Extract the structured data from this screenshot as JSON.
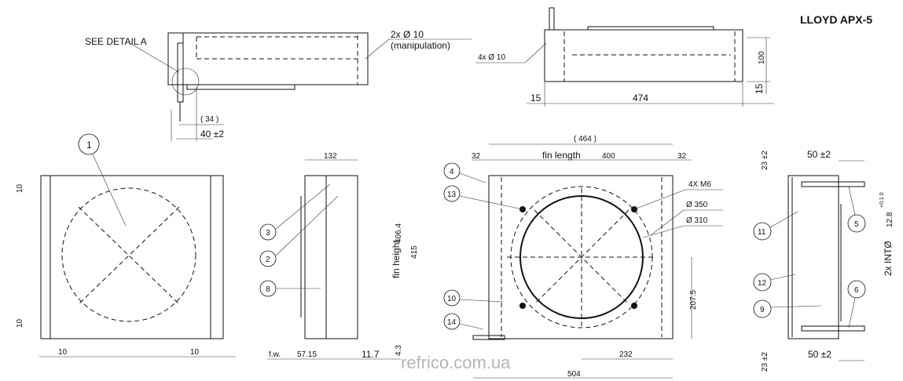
{
  "title": "LLOYD APX-5",
  "watermark": "refrico.com.ua",
  "top_view": {
    "detail_label": "SEE DETAIL  A",
    "holes": "2x   Ø 10",
    "holes_note": "(manipulation)",
    "dim_34": "( 34 )",
    "dim_40": "40 ±2"
  },
  "top_right_view": {
    "holes": "4x    Ø 10",
    "dim_100": "100",
    "dim_15_left": "15",
    "dim_474": "474",
    "dim_15_right": "15"
  },
  "side_view": {
    "item_1": "1",
    "dim_10_tl": "10",
    "dim_10_bl": "10",
    "dim_10_bottom_left": "10",
    "dim_10_bottom_right": "10"
  },
  "coil_view": {
    "dim_132": "132",
    "item_3": "3",
    "item_2": "2",
    "item_8": "8",
    "fin_height": "fin height",
    "dim_406": "406.4",
    "dim_415": "415",
    "dim_4_3": "4.3",
    "fw": "f.w.",
    "dim_57": "57.15",
    "dim_11_7": "11.7"
  },
  "front_view": {
    "dim_464": "( 464 )",
    "dim_32_left": "32",
    "fin_length": "fin length",
    "dim_400": "400",
    "dim_32_right": "32",
    "item_4": "4",
    "item_13": "13",
    "m6": "4X    M6",
    "d350": "Ø 350",
    "d310": "Ø 310",
    "item_10": "10",
    "item_14": "14",
    "dim_207": "207.5",
    "dim_232": "232",
    "dim_504": "504"
  },
  "end_view": {
    "dim_23_top": "23 ±2",
    "dim_50_top": "50 ±2",
    "item_11": "11",
    "item_5": "5",
    "dim_12_8": "12.8",
    "tol": "+0.1  0",
    "int": "2x INTØ",
    "item_12": "12",
    "item_9": "9",
    "item_6": "6",
    "dim_50_bottom": "50 ±2",
    "dim_23_bottom": "23 ±2"
  }
}
